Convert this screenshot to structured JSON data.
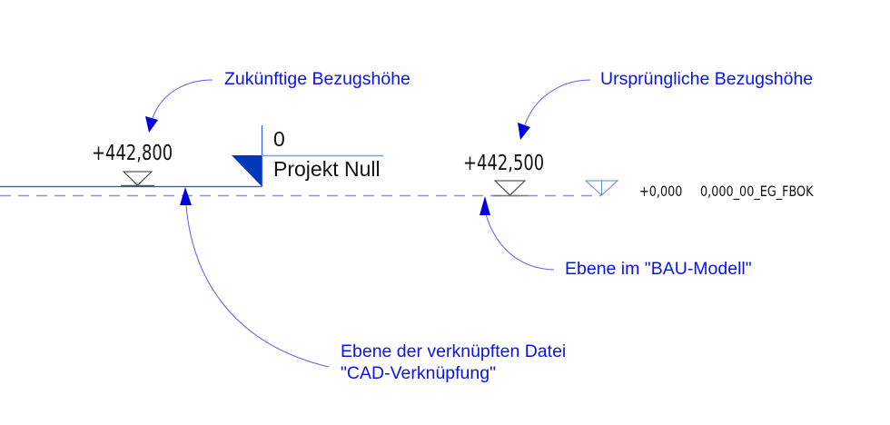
{
  "colors": {
    "annotation_text": "#0a14e6",
    "leader_line": "#5a5af0",
    "arrow_head": "#0000e0",
    "solid_level_line": "#3b3bf0",
    "dashed_level_line": "#8c8cf5",
    "project_zero_triangle": "#0038b8",
    "project_zero_divider": "#7f9fdf",
    "level_marker": "#5a84e6",
    "elevation_text": "#111111"
  },
  "annotations": {
    "future_reference": "Zukünftige Bezugshöhe",
    "original_reference": "Ursprüngliche Bezugshöhe",
    "level_bau_model": "Ebene im \"BAU-Modell\"",
    "linked_file_line1": "Ebene der verknüpften Datei",
    "linked_file_line2": "\"CAD-Verknüpfung\""
  },
  "elevations": {
    "future": "+442,800",
    "original": "+442,500"
  },
  "project_zero": {
    "value": "0",
    "label": "Projekt Null"
  },
  "level": {
    "elevation": "+0,000",
    "name": "0,000_00_EG_FBOK"
  }
}
